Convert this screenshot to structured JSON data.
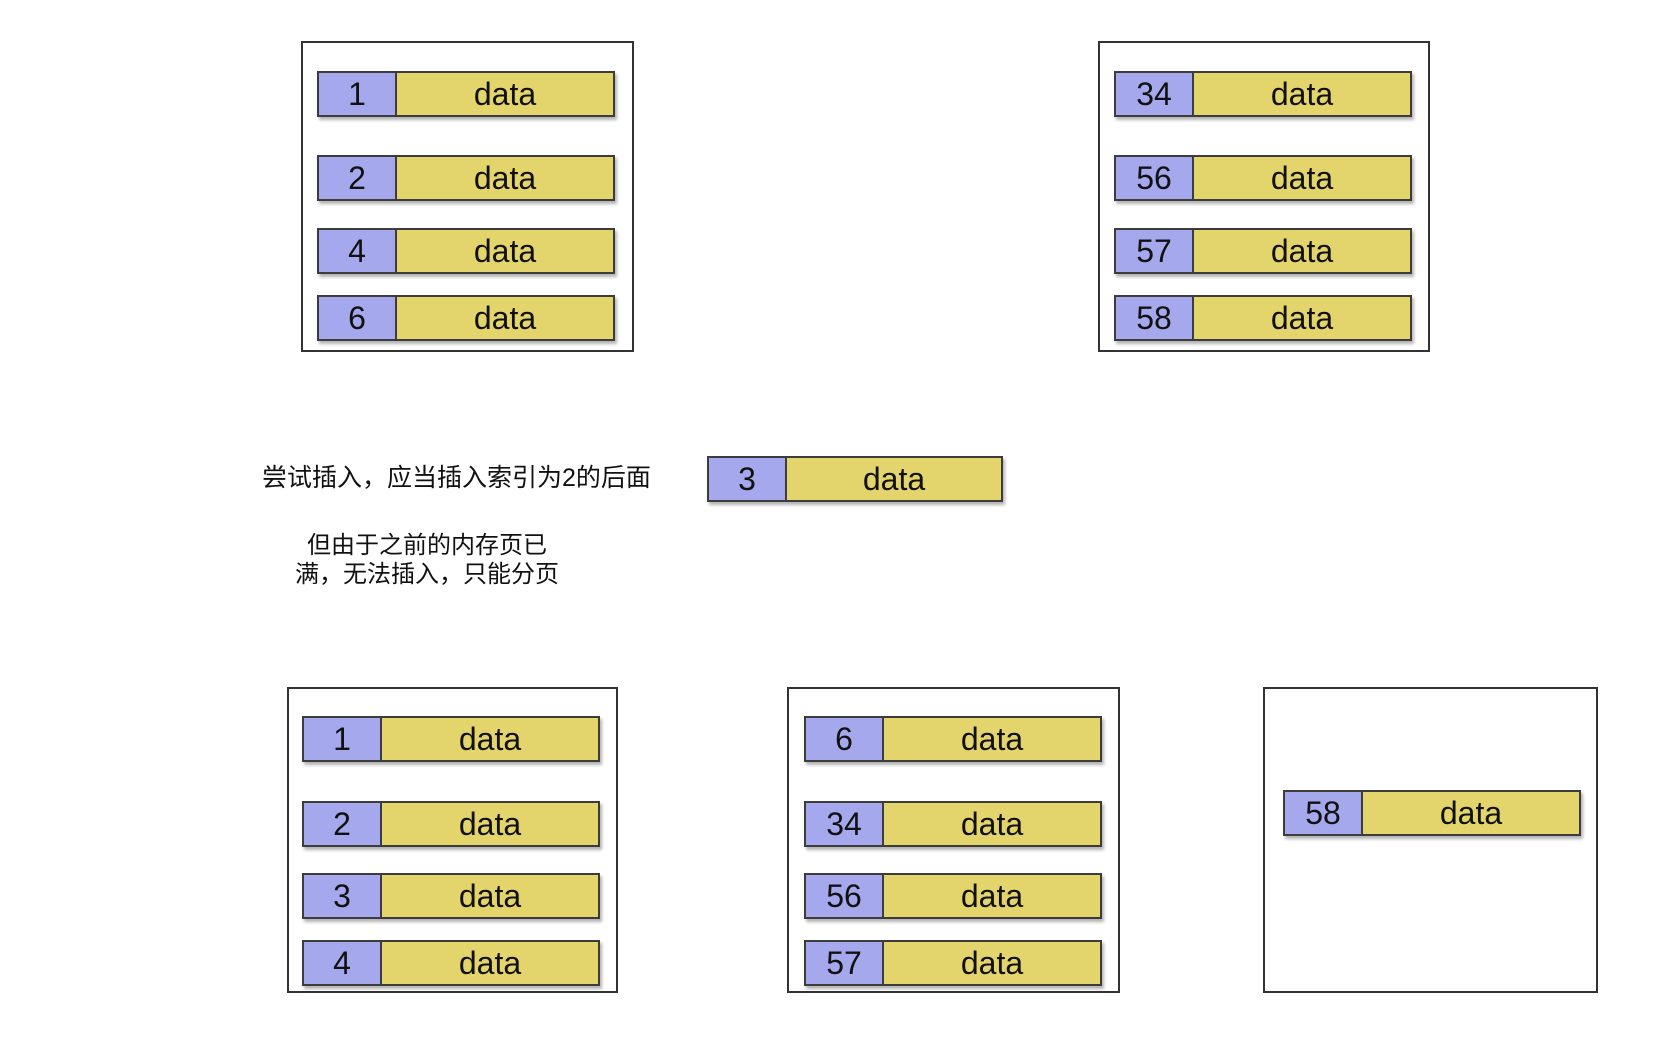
{
  "colors": {
    "key_fill": "#a5a8ec",
    "data_fill": "#e4d46c",
    "cell_border": "#3c3c3c",
    "page_border": "#333333",
    "background": "#ffffff",
    "text": "#111111"
  },
  "labels": {
    "data": "data"
  },
  "annotations": {
    "insert_note": "尝试插入，应当插入索引为2的后面",
    "split_note_line1": "但由于之前的内存页已",
    "split_note_line2": "满，无法插入，只能分页"
  },
  "insert_row": {
    "key": "3"
  },
  "pages": {
    "top_left": {
      "keys": [
        "1",
        "2",
        "4",
        "6"
      ]
    },
    "top_right": {
      "keys": [
        "34",
        "56",
        "57",
        "58"
      ]
    },
    "bottom_left": {
      "keys": [
        "1",
        "2",
        "3",
        "4"
      ]
    },
    "bottom_middle": {
      "keys": [
        "6",
        "34",
        "56",
        "57"
      ]
    },
    "bottom_right": {
      "keys": [
        "58"
      ]
    }
  }
}
